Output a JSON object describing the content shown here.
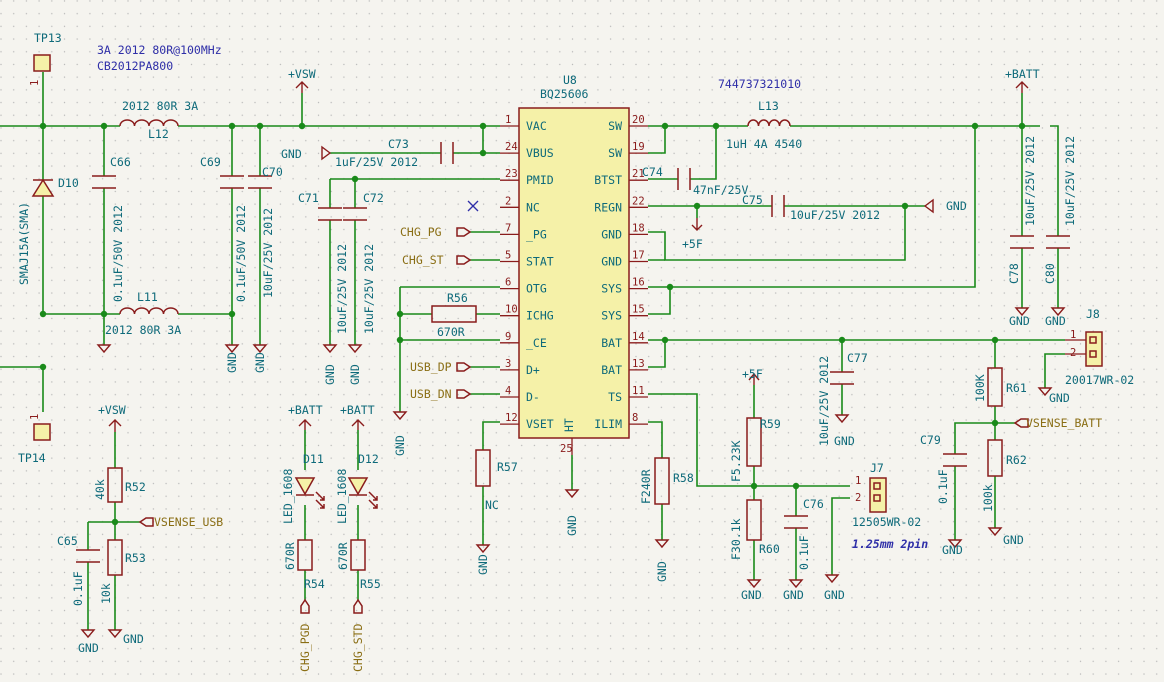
{
  "notes": {
    "ferrite": "3A 2012 80R@100MHz",
    "ferrite_part": "CB2012PA800",
    "inductor_part": "744737321010",
    "j7_note": "1.25mm 2pin"
  },
  "ic": {
    "ref": "U8",
    "value": "BQ25606",
    "ht": "HT",
    "left_pins": [
      {
        "num": "1",
        "name": "VAC"
      },
      {
        "num": "24",
        "name": "VBUS"
      },
      {
        "num": "23",
        "name": "PMID"
      },
      {
        "num": "2",
        "name": "NC"
      },
      {
        "num": "7",
        "name": "_PG"
      },
      {
        "num": "5",
        "name": "STAT"
      },
      {
        "num": "6",
        "name": "OTG"
      },
      {
        "num": "10",
        "name": "ICHG"
      },
      {
        "num": "9",
        "name": "_CE"
      },
      {
        "num": "3",
        "name": "D+"
      },
      {
        "num": "4",
        "name": "D-"
      },
      {
        "num": "12",
        "name": "VSET"
      }
    ],
    "right_pins": [
      {
        "num": "20",
        "name": "SW"
      },
      {
        "num": "19",
        "name": "SW"
      },
      {
        "num": "21",
        "name": "BTST"
      },
      {
        "num": "22",
        "name": "REGN"
      },
      {
        "num": "18",
        "name": "GND"
      },
      {
        "num": "17",
        "name": "GND"
      },
      {
        "num": "16",
        "name": "SYS"
      },
      {
        "num": "15",
        "name": "SYS"
      },
      {
        "num": "14",
        "name": "BAT"
      },
      {
        "num": "13",
        "name": "BAT"
      },
      {
        "num": "11",
        "name": "TS"
      },
      {
        "num": "8",
        "name": "ILIM"
      }
    ],
    "bottom_pin": {
      "num": "25"
    }
  },
  "components": [
    {
      "ref": "TP13"
    },
    {
      "ref": "TP14"
    },
    {
      "ref": "L12",
      "value": "2012 80R 3A"
    },
    {
      "ref": "L11",
      "value": "2012 80R 3A"
    },
    {
      "ref": "D10",
      "value": "SMAJ15A(SMA)"
    },
    {
      "ref": "C66",
      "value": "0.1uF/50V 2012"
    },
    {
      "ref": "C69",
      "value": "0.1uF/50V 2012"
    },
    {
      "ref": "C70",
      "value": "10uF/25V 2012"
    },
    {
      "ref": "C73",
      "value": "1uF/25V 2012"
    },
    {
      "ref": "C71",
      "value": "10uF/25V 2012"
    },
    {
      "ref": "C72",
      "value": "10uF/25V 2012"
    },
    {
      "ref": "R56",
      "value": "670R"
    },
    {
      "ref": "C74",
      "value": "47nF/25V"
    },
    {
      "ref": "L13",
      "value": "1uH 4A 4540"
    },
    {
      "ref": "C75",
      "value": "10uF/25V 2012"
    },
    {
      "ref": "C78",
      "value": "10uF/25V 2012"
    },
    {
      "ref": "C80",
      "value": "10uF/25V 2012"
    },
    {
      "ref": "C77",
      "value": "10uF/25V 2012"
    },
    {
      "ref": "J8",
      "value": "20017WR-02"
    },
    {
      "ref": "R61",
      "value": "100K"
    },
    {
      "ref": "R62",
      "value": "100k"
    },
    {
      "ref": "C79",
      "value": "0.1uF"
    },
    {
      "ref": "R52",
      "value": "40k"
    },
    {
      "ref": "R53",
      "value": "10k"
    },
    {
      "ref": "C65",
      "value": "0.1uF"
    },
    {
      "ref": "D11",
      "value": "LED_1608"
    },
    {
      "ref": "D12",
      "value": "LED_1608"
    },
    {
      "ref": "R54",
      "value": "670R"
    },
    {
      "ref": "R55",
      "value": "670R"
    },
    {
      "ref": "R57",
      "value": "NC"
    },
    {
      "ref": "R58",
      "value": "F240R"
    },
    {
      "ref": "R59",
      "value": "F5.23K"
    },
    {
      "ref": "R60",
      "value": "F30.1k"
    },
    {
      "ref": "C76",
      "value": "0.1uF"
    },
    {
      "ref": "J7",
      "value": "12505WR-02"
    }
  ],
  "labels": {
    "vsw": "+VSW",
    "batt": "+BATT",
    "p5f": "+5F",
    "gnd": "GND",
    "chg_pg": "CHG_PG",
    "chg_st": "CHG_ST",
    "usb_dp": "USB_DP",
    "usb_dn": "USB_DN",
    "vsense_usb": "VSENSE_USB",
    "vsense_batt": "VSENSE_BATT",
    "chg_pgd": "CHG_PGD",
    "chg_std": "CHG_STD"
  },
  "pin_numbers": {
    "one": "1",
    "two": "2"
  }
}
